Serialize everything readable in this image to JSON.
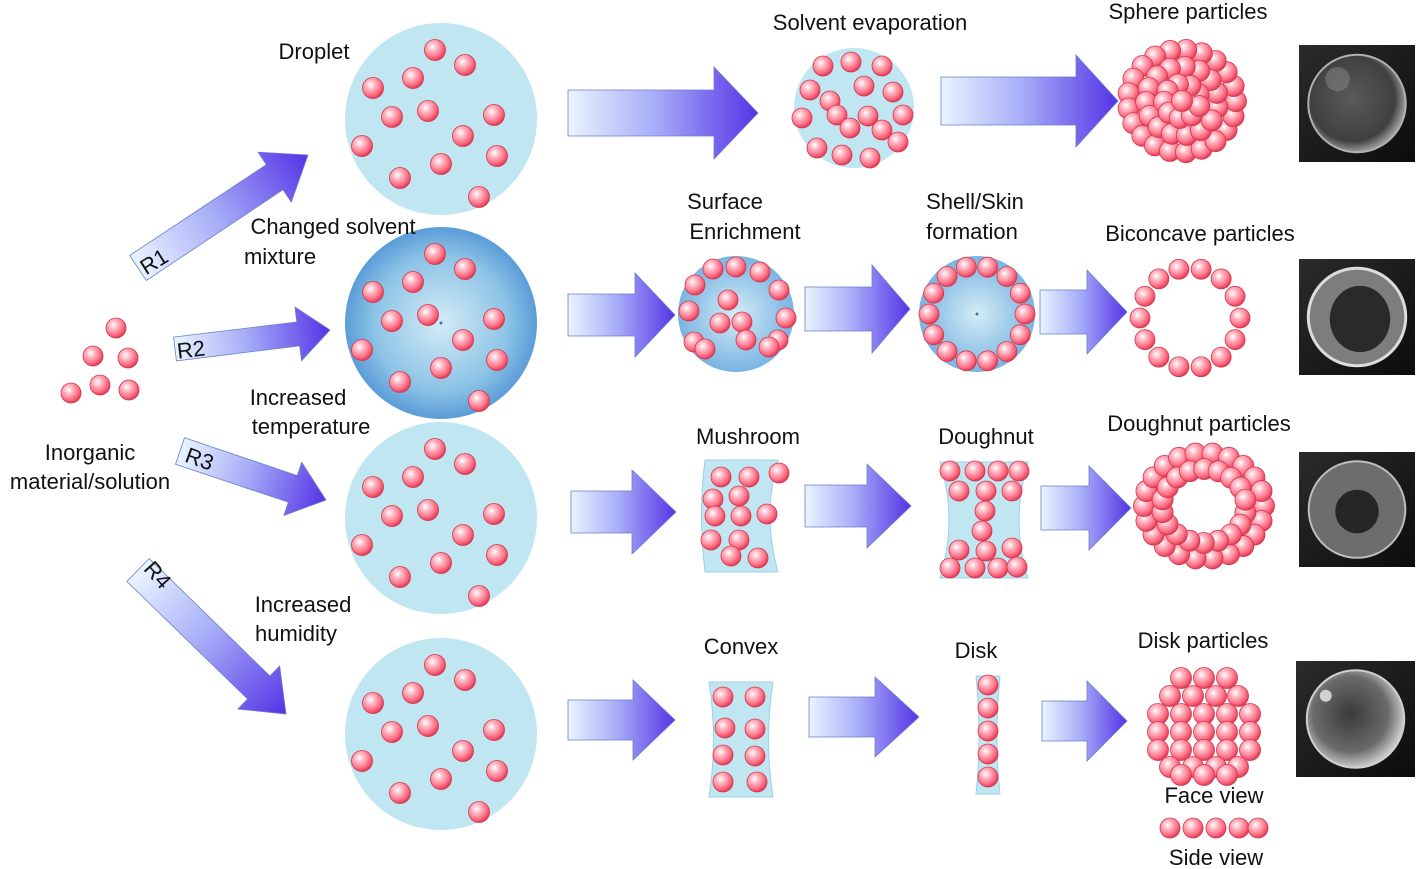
{
  "colors": {
    "droplet": "#bfe6f1",
    "droplet_dark": "#5b9cd8",
    "particle": "#ff6f85",
    "particle_edge": "#d2364f",
    "arrow_start": "#e9f3ff",
    "arrow_end": "#5a3ee6"
  },
  "labels": {
    "source": [
      "Inorganic",
      "material/solution"
    ],
    "routes": [
      "R1",
      "R2",
      "R3",
      "R4"
    ],
    "droplet": "Droplet",
    "changed_solvent": [
      "Changed solvent",
      "mixture"
    ],
    "increased_temperature": [
      "Increased",
      "temperature"
    ],
    "increased_humidity": [
      "Increased",
      "humidity"
    ],
    "solvent_evaporation": "Solvent evaporation",
    "surface_enrichment": [
      "Surface",
      "Enrichment"
    ],
    "shell_skin": [
      "Shell/Skin",
      "formation"
    ],
    "mushroom": "Mushroom",
    "doughnut": "Doughnut",
    "convex": "Convex",
    "disk": "Disk",
    "sphere_particles": "Sphere particles",
    "biconcave_particles": "Biconcave particles",
    "doughnut_particles": "Doughnut particles",
    "disk_particles": "Disk particles",
    "face_view": "Face view",
    "side_view": "Side view"
  },
  "micrographs": [
    "sem-sphere",
    "sem-biconcave",
    "sem-doughnut",
    "sem-disk"
  ]
}
